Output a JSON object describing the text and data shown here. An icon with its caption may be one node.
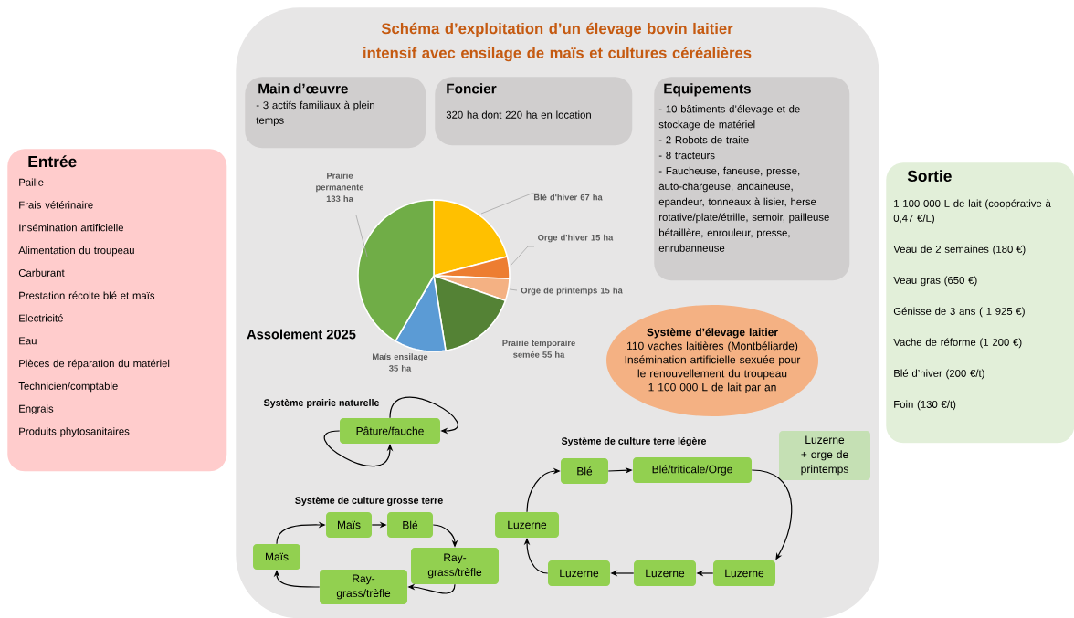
{
  "diagram": {
    "nodes": [
      {
        "text": [
          "Schéma d’exploitation d’un élevage bovin laitier intensif avec ensilage de maïs et cultures céréalières"
        ]
      },
      {
        "text": [
          "Entrée",
          "Paille",
          "Frais vétérinaire",
          "Insémination artificielle",
          "Alimentation du troupeau",
          "Carburant",
          "Prestation récolte blé et maïs",
          "Electricité",
          "Eau",
          "Pièces de réparation du matériel",
          "Technicien/comptable",
          "Engrais",
          "Produits phytosanitaires"
        ]
      },
      {
        "text": [
          "Sortie",
          "1 100 000 L de lait (coopérative à 0,47 €/L)",
          "Veau de 2 semaines (180 €)",
          "Veau gras (650 €)",
          "Génisse de 3 ans ( 1 925 €)",
          "Vache de réforme (1 200 €)",
          "Blé d’hiver (200 €/t)",
          "Foin (130 €/t)"
        ]
      },
      {
        "text": [
          "Main d’œuvre",
          "- 3 actifs familiaux à plein temps"
        ],
        "in": 0
      },
      {
        "text": [
          "Foncier",
          "320 ha dont 220 ha en location"
        ],
        "in": 0
      },
      {
        "text": [
          "Equipements",
          "- 10 bâtiments d’élevage et de stockage de matériel",
          "- 2 Robots de traite",
          "- 8 tracteurs",
          "- Faucheuse, faneuse, presse, auto-chargeuse, andaineuse, epandeur, tonneaux à lisier, herse rotative/plate/étrille, semoir, pailleuse bétaillère, enrouleur, presse, enrubanneuse"
        ],
        "in": 0
      },
      {
        "text": [
          "Système d’élevage laitier",
          "110 vaches laitières (Montbéliarde)",
          "Insémination artificielle sexuée pour le renouvellement du troupeau",
          "1 100 000 L de lait par an"
        ],
        "in": 0
      },
      {
        "text": [
          "Pâture/fauche"
        ],
        "in": 0
      },
      {
        "text": [
          "Maïs"
        ],
        "in": 0
      },
      {
        "text": [
          "Maïs"
        ],
        "in": 0
      },
      {
        "text": [
          "Blé"
        ],
        "in": 0
      },
      {
        "text": [
          "Ray-grass/trèfle"
        ],
        "in": 0
      },
      {
        "text": [
          "Ray-grass/trèfle"
        ],
        "in": 0
      },
      {
        "text": [
          "Luzerne"
        ],
        "in": 0
      },
      {
        "text": [
          "Blé"
        ],
        "in": 0
      },
      {
        "text": [
          "Blé/triticale/Orge"
        ],
        "in": 0
      },
      {
        "text": [
          "Luzerne"
        ],
        "in": 0
      },
      {
        "text": [
          "Luzerne"
        ],
        "in": 0
      },
      {
        "text": [
          "Luzerne"
        ],
        "in": 0
      },
      {
        "text": [
          "Luzerne + orge de printemps"
        ],
        "in": 0
      }
    ],
    "edges": [
      {
        "from": 7,
        "to": 7,
        "arrow": "to"
      },
      {
        "from": 7,
        "to": 7,
        "arrow": "to"
      },
      {
        "from": 8,
        "to": 9,
        "arrow": "to"
      },
      {
        "from": 9,
        "to": 10,
        "arrow": "to"
      },
      {
        "from": 10,
        "to": 11,
        "arrow": "to"
      },
      {
        "from": 11,
        "to": 12,
        "arrow": "to"
      },
      {
        "from": 12,
        "to": 8,
        "arrow": "to"
      },
      {
        "from": 13,
        "to": 14,
        "arrow": "to"
      },
      {
        "from": 14,
        "to": 15,
        "arrow": "to"
      },
      {
        "from": 15,
        "to": 16,
        "arrow": "to"
      },
      {
        "from": 16,
        "to": 17,
        "arrow": "to"
      },
      {
        "from": 17,
        "to": 18,
        "arrow": "to"
      },
      {
        "from": 18,
        "to": 13,
        "arrow": "to"
      }
    ],
    "labels": [
      "Système prairie naturelle",
      "Système de culture grosse terre",
      "Système de culture terre légère"
    ],
    "chart_data": {
      "type": "pie",
      "title": "Assolement 2025",
      "categories": [
        "Blé d'hiver",
        "Orge d'hiver",
        "Orge de printemps",
        "Prairie temporaire semée",
        "Maïs ensilage",
        "Prairie permanente"
      ],
      "values": [
        67,
        15,
        15,
        55,
        35,
        133
      ],
      "value_labels": [
        "67 ha",
        "15 ha",
        "15 ha",
        "55 ha",
        "35 ha",
        "133 ha"
      ]
    }
  }
}
